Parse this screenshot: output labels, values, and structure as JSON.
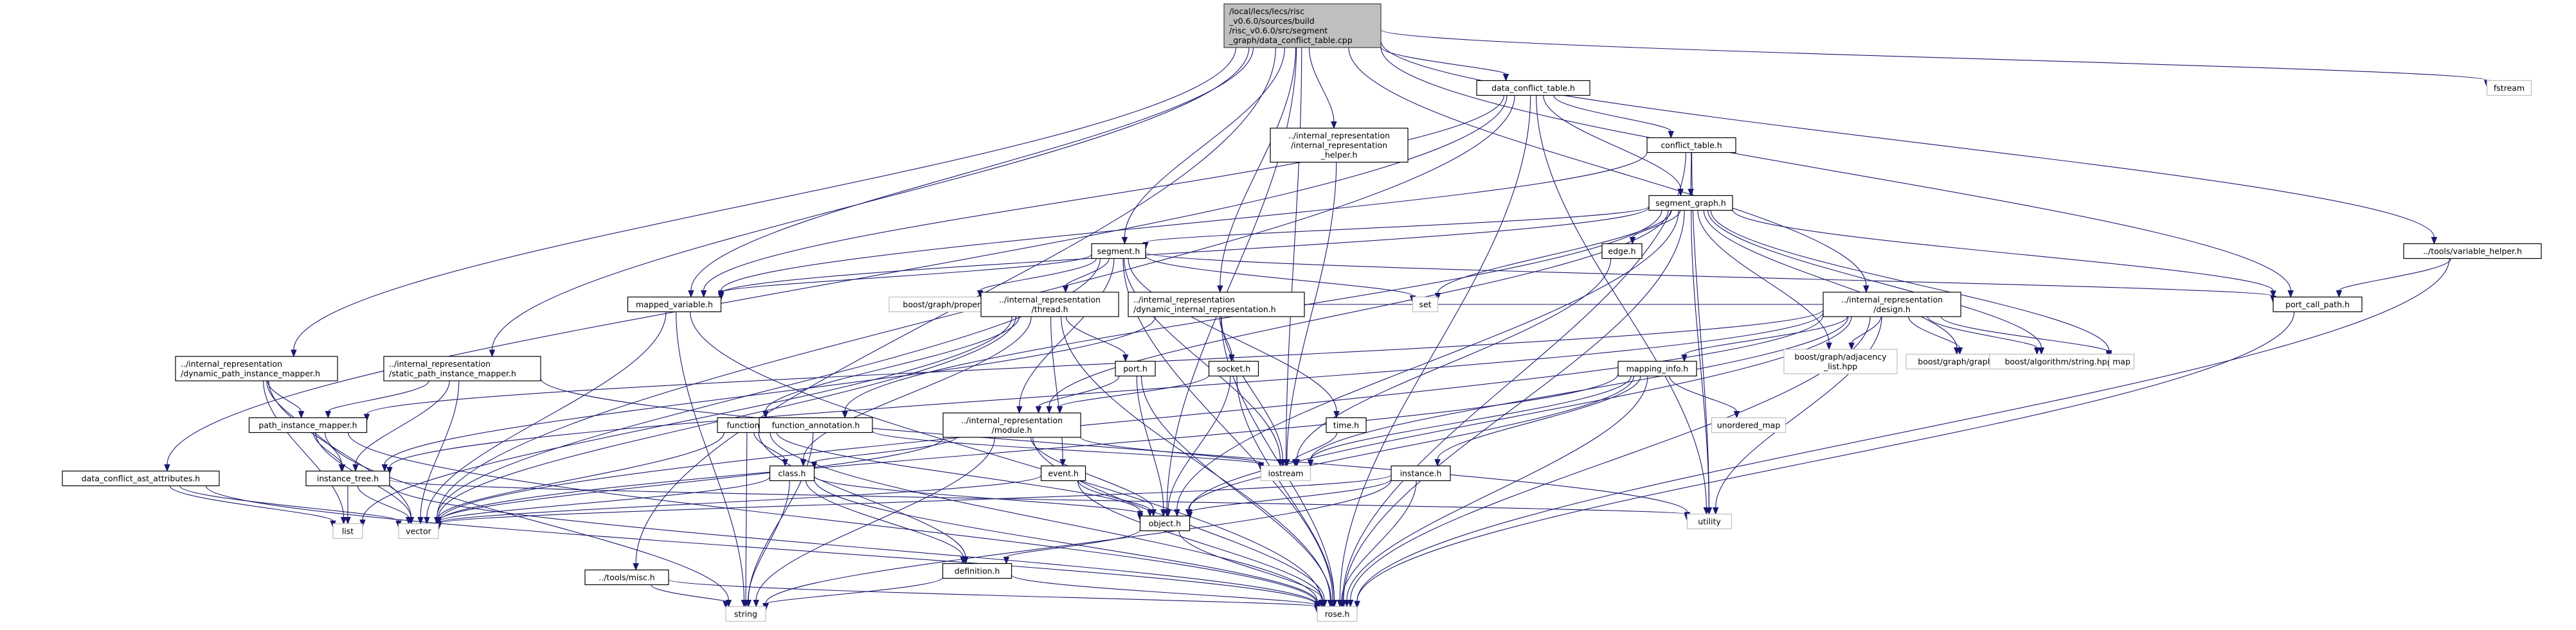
{
  "diagram": {
    "type": "include-dependency-graph",
    "colors": {
      "edge": "#191970",
      "root_fill": "#bfbfbf",
      "root_border": "#404040",
      "documented_border": "#000000",
      "external_border": "#bfbfbf",
      "background": "#ffffff"
    },
    "root": "root",
    "nodes": [
      {
        "id": "root",
        "kind": "root",
        "lines": [
          "/local/lecs/lecs/risc",
          "_v0.6.0/sources/build",
          "/risc_v0.6.0/src/segment",
          "_graph/data_conflict_table.cpp"
        ]
      },
      {
        "id": "data_conflict_table",
        "kind": "doc",
        "lines": [
          "data_conflict_table.h"
        ]
      },
      {
        "id": "ir_helper",
        "kind": "doc",
        "lines": [
          "../internal_representation",
          "/internal_representation",
          "_helper.h"
        ]
      },
      {
        "id": "conflict_table",
        "kind": "doc",
        "lines": [
          "conflict_table.h"
        ]
      },
      {
        "id": "fstream",
        "kind": "ext",
        "lines": [
          "fstream"
        ]
      },
      {
        "id": "segment_graph",
        "kind": "doc",
        "lines": [
          "segment_graph.h"
        ]
      },
      {
        "id": "segment",
        "kind": "doc",
        "lines": [
          "segment.h"
        ]
      },
      {
        "id": "edge",
        "kind": "doc",
        "lines": [
          "edge.h"
        ]
      },
      {
        "id": "variable_helper",
        "kind": "doc",
        "lines": [
          "../tools/variable_helper.h"
        ]
      },
      {
        "id": "mapped_variable",
        "kind": "doc",
        "lines": [
          "mapped_variable.h"
        ]
      },
      {
        "id": "boost_properties",
        "kind": "ext",
        "lines": [
          "boost/graph/properties.hpp"
        ]
      },
      {
        "id": "thread",
        "kind": "doc",
        "lines": [
          "../internal_representation",
          "/thread.h"
        ]
      },
      {
        "id": "dyn_ir",
        "kind": "doc",
        "lines": [
          "../internal_representation",
          "/dynamic_internal_representation.h"
        ]
      },
      {
        "id": "port_call_path",
        "kind": "doc",
        "lines": [
          "port_call_path.h"
        ]
      },
      {
        "id": "design",
        "kind": "doc",
        "lines": [
          "../internal_representation",
          "/design.h"
        ]
      },
      {
        "id": "set",
        "kind": "ext",
        "lines": [
          "set"
        ]
      },
      {
        "id": "boost_adjacency",
        "kind": "ext",
        "lines": [
          "boost/graph/adjacency",
          "_list.hpp"
        ]
      },
      {
        "id": "boost_graphviz",
        "kind": "ext",
        "lines": [
          "boost/graph/graphviz.hpp"
        ]
      },
      {
        "id": "boost_string",
        "kind": "ext",
        "lines": [
          "boost/algorithm/string.hpp"
        ]
      },
      {
        "id": "map",
        "kind": "ext",
        "lines": [
          "map"
        ]
      },
      {
        "id": "dyn_path_mapper",
        "kind": "doc",
        "lines": [
          "../internal_representation",
          "/dynamic_path_instance_mapper.h"
        ]
      },
      {
        "id": "static_path_mapper",
        "kind": "doc",
        "lines": [
          "../internal_representation",
          "/static_path_instance_mapper.h"
        ]
      },
      {
        "id": "port",
        "kind": "doc",
        "lines": [
          "port.h"
        ]
      },
      {
        "id": "socket",
        "kind": "doc",
        "lines": [
          "socket.h"
        ]
      },
      {
        "id": "mapping_info",
        "kind": "doc",
        "lines": [
          "mapping_info.h"
        ]
      },
      {
        "id": "path_instance_mapper",
        "kind": "doc",
        "lines": [
          "path_instance_mapper.h"
        ]
      },
      {
        "id": "function",
        "kind": "doc",
        "lines": [
          "function.h"
        ]
      },
      {
        "id": "function_annotation",
        "kind": "doc",
        "lines": [
          "function_annotation.h"
        ]
      },
      {
        "id": "module",
        "kind": "doc",
        "lines": [
          "../internal_representation",
          "/module.h"
        ]
      },
      {
        "id": "time",
        "kind": "doc",
        "lines": [
          "time.h"
        ]
      },
      {
        "id": "unordered_map",
        "kind": "ext",
        "lines": [
          "unordered_map"
        ]
      },
      {
        "id": "data_conflict_ast",
        "kind": "doc",
        "lines": [
          "data_conflict_ast_attributes.h"
        ]
      },
      {
        "id": "instance_tree",
        "kind": "doc",
        "lines": [
          "instance_tree.h"
        ]
      },
      {
        "id": "class",
        "kind": "doc",
        "lines": [
          "class.h"
        ]
      },
      {
        "id": "event",
        "kind": "doc",
        "lines": [
          "event.h"
        ]
      },
      {
        "id": "iostream",
        "kind": "ext",
        "lines": [
          "iostream"
        ]
      },
      {
        "id": "instance",
        "kind": "doc",
        "lines": [
          "instance.h"
        ]
      },
      {
        "id": "list",
        "kind": "ext",
        "lines": [
          "list"
        ]
      },
      {
        "id": "vector",
        "kind": "ext",
        "lines": [
          "vector"
        ]
      },
      {
        "id": "object",
        "kind": "doc",
        "lines": [
          "object.h"
        ]
      },
      {
        "id": "utility",
        "kind": "ext",
        "lines": [
          "utility"
        ]
      },
      {
        "id": "tools_misc",
        "kind": "doc",
        "lines": [
          "../tools/misc.h"
        ]
      },
      {
        "id": "definition",
        "kind": "doc",
        "lines": [
          "definition.h"
        ]
      },
      {
        "id": "string",
        "kind": "ext",
        "lines": [
          "string"
        ]
      },
      {
        "id": "rose",
        "kind": "ext",
        "lines": [
          "rose.h"
        ]
      }
    ],
    "edges": [
      [
        "root",
        "data_conflict_table"
      ],
      [
        "root",
        "ir_helper"
      ],
      [
        "root",
        "fstream"
      ],
      [
        "root",
        "variable_helper"
      ],
      [
        "root",
        "segment"
      ],
      [
        "root",
        "mapped_variable"
      ],
      [
        "root",
        "dyn_ir"
      ],
      [
        "root",
        "design"
      ],
      [
        "root",
        "dyn_path_mapper"
      ],
      [
        "root",
        "static_path_mapper"
      ],
      [
        "root",
        "port_call_path"
      ],
      [
        "root",
        "tools_misc"
      ],
      [
        "root",
        "object"
      ],
      [
        "root",
        "iostream"
      ],
      [
        "data_conflict_table",
        "conflict_table"
      ],
      [
        "data_conflict_table",
        "segment_graph"
      ],
      [
        "data_conflict_table",
        "data_conflict_ast"
      ],
      [
        "data_conflict_table",
        "mapped_variable"
      ],
      [
        "data_conflict_table",
        "vector"
      ],
      [
        "data_conflict_table",
        "utility"
      ],
      [
        "data_conflict_table",
        "rose"
      ],
      [
        "ir_helper",
        "iostream"
      ],
      [
        "conflict_table",
        "segment_graph"
      ],
      [
        "conflict_table",
        "mapped_variable"
      ],
      [
        "conflict_table",
        "utility"
      ],
      [
        "conflict_table",
        "rose"
      ],
      [
        "segment_graph",
        "segment"
      ],
      [
        "segment_graph",
        "edge"
      ],
      [
        "segment_graph",
        "port_call_path"
      ],
      [
        "segment_graph",
        "set"
      ],
      [
        "segment_graph",
        "boost_adjacency"
      ],
      [
        "segment_graph",
        "boost_graphviz"
      ],
      [
        "segment_graph",
        "boost_string"
      ],
      [
        "segment_graph",
        "map"
      ],
      [
        "segment_graph",
        "mapped_variable"
      ],
      [
        "segment_graph",
        "function_annotation"
      ],
      [
        "segment_graph",
        "module"
      ],
      [
        "segment_graph",
        "utility"
      ],
      [
        "segment_graph",
        "rose"
      ],
      [
        "segment_graph",
        "object"
      ],
      [
        "segment",
        "mapped_variable"
      ],
      [
        "segment",
        "boost_properties"
      ],
      [
        "segment",
        "thread"
      ],
      [
        "segment",
        "port_call_path"
      ],
      [
        "segment",
        "set"
      ],
      [
        "segment",
        "time"
      ],
      [
        "segment",
        "iostream"
      ],
      [
        "segment",
        "vector"
      ],
      [
        "segment",
        "rose"
      ],
      [
        "segment",
        "module"
      ],
      [
        "edge",
        "iostream"
      ],
      [
        "variable_helper",
        "port_call_path"
      ],
      [
        "variable_helper",
        "rose"
      ],
      [
        "mapped_variable",
        "vector"
      ],
      [
        "mapped_variable",
        "rose"
      ],
      [
        "mapped_variable",
        "string"
      ],
      [
        "thread",
        "function"
      ],
      [
        "thread",
        "port"
      ],
      [
        "thread",
        "event"
      ],
      [
        "thread",
        "class"
      ],
      [
        "thread",
        "vector"
      ],
      [
        "thread",
        "rose"
      ],
      [
        "thread",
        "list"
      ],
      [
        "dyn_ir",
        "socket"
      ],
      [
        "dyn_ir",
        "set"
      ],
      [
        "dyn_ir",
        "iostream"
      ],
      [
        "dyn_ir",
        "instance_tree"
      ],
      [
        "dyn_ir",
        "rose"
      ],
      [
        "port_call_path",
        "rose"
      ],
      [
        "design",
        "set"
      ],
      [
        "design",
        "boost_adjacency"
      ],
      [
        "design",
        "boost_graphviz"
      ],
      [
        "design",
        "boost_string"
      ],
      [
        "design",
        "map"
      ],
      [
        "design",
        "mapping_info"
      ],
      [
        "design",
        "path_instance_mapper"
      ],
      [
        "design",
        "instance_tree"
      ],
      [
        "design",
        "iostream"
      ],
      [
        "design",
        "utility"
      ],
      [
        "design",
        "rose"
      ],
      [
        "design",
        "vector"
      ],
      [
        "design",
        "object"
      ],
      [
        "dyn_path_mapper",
        "path_instance_mapper"
      ],
      [
        "dyn_path_mapper",
        "instance_tree"
      ],
      [
        "dyn_path_mapper",
        "list"
      ],
      [
        "dyn_path_mapper",
        "vector"
      ],
      [
        "static_path_mapper",
        "path_instance_mapper"
      ],
      [
        "static_path_mapper",
        "instance_tree"
      ],
      [
        "static_path_mapper",
        "vector"
      ],
      [
        "static_path_mapper",
        "utility"
      ],
      [
        "port",
        "module"
      ],
      [
        "port",
        "object"
      ],
      [
        "port",
        "rose"
      ],
      [
        "socket",
        "module"
      ],
      [
        "socket",
        "object"
      ],
      [
        "socket",
        "rose"
      ],
      [
        "mapping_info",
        "unordered_map"
      ],
      [
        "mapping_info",
        "instance"
      ],
      [
        "mapping_info",
        "iostream"
      ],
      [
        "mapping_info",
        "object"
      ],
      [
        "mapping_info",
        "rose"
      ],
      [
        "mapping_info",
        "vector"
      ],
      [
        "path_instance_mapper",
        "instance_tree"
      ],
      [
        "path_instance_mapper",
        "vector"
      ],
      [
        "path_instance_mapper",
        "rose"
      ],
      [
        "path_instance_mapper",
        "string"
      ],
      [
        "function",
        "class"
      ],
      [
        "function",
        "definition"
      ],
      [
        "function",
        "vector"
      ],
      [
        "function",
        "rose"
      ],
      [
        "function",
        "string"
      ],
      [
        "function",
        "object"
      ],
      [
        "function_annotation",
        "string"
      ],
      [
        "function_annotation",
        "iostream"
      ],
      [
        "module",
        "class"
      ],
      [
        "module",
        "iostream"
      ],
      [
        "module",
        "vector"
      ],
      [
        "module",
        "string"
      ],
      [
        "module",
        "rose"
      ],
      [
        "module",
        "object"
      ],
      [
        "time",
        "iostream"
      ],
      [
        "data_conflict_ast",
        "list"
      ],
      [
        "data_conflict_ast",
        "vector"
      ],
      [
        "data_conflict_ast",
        "rose"
      ],
      [
        "instance_tree",
        "list"
      ],
      [
        "instance_tree",
        "vector"
      ],
      [
        "instance_tree",
        "utility"
      ],
      [
        "instance_tree",
        "rose"
      ],
      [
        "class",
        "vector"
      ],
      [
        "class",
        "definition"
      ],
      [
        "class",
        "object"
      ],
      [
        "class",
        "string"
      ],
      [
        "class",
        "rose"
      ],
      [
        "event",
        "vector"
      ],
      [
        "event",
        "object"
      ],
      [
        "event",
        "rose"
      ],
      [
        "instance",
        "object"
      ],
      [
        "instance",
        "rose"
      ],
      [
        "instance",
        "string"
      ],
      [
        "instance",
        "vector"
      ],
      [
        "object",
        "definition"
      ],
      [
        "object",
        "rose"
      ],
      [
        "tools_misc",
        "string"
      ],
      [
        "tools_misc",
        "rose"
      ],
      [
        "definition",
        "string"
      ],
      [
        "definition",
        "rose"
      ]
    ]
  }
}
